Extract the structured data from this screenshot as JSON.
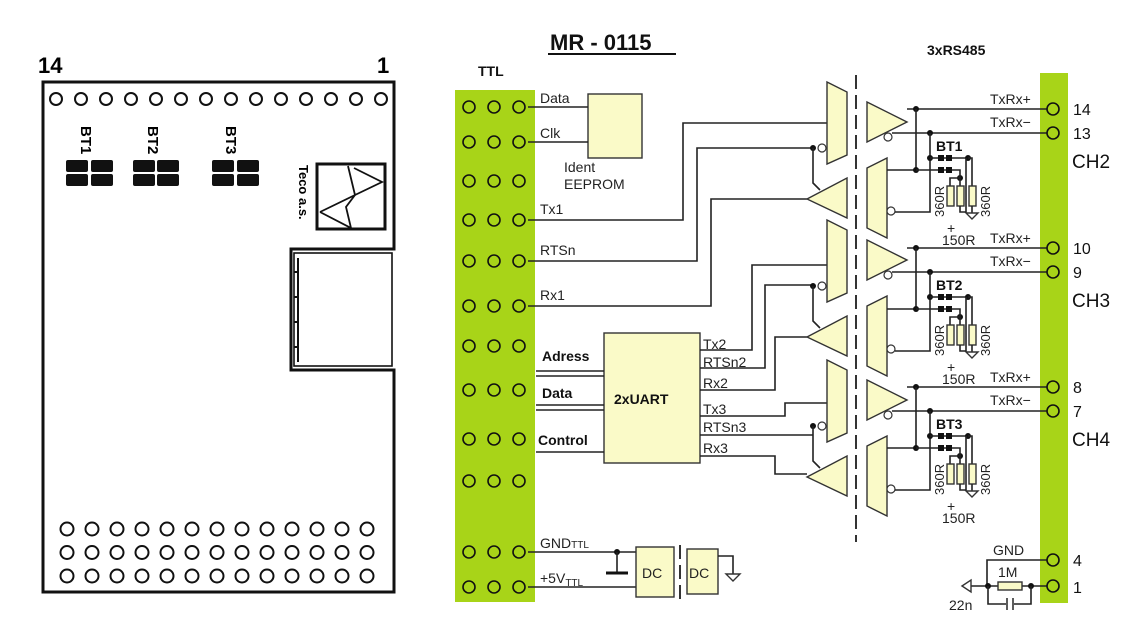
{
  "board": {
    "pin_left_label": "14",
    "pin_right_label": "1",
    "jumpers": [
      "BT1",
      "BT2",
      "BT3"
    ],
    "logo_text": "Teco a.s."
  },
  "schematic": {
    "title": "MR - 0115",
    "ttl_label": "TTL",
    "rs485_label": "3xRS485",
    "colors": {
      "connector": "#a8d418",
      "component": "#fafac8"
    },
    "eeprom": {
      "signals": [
        "Data",
        "Clk"
      ],
      "label_line1": "Ident",
      "label_line2": "EEPROM"
    },
    "ttl_signals": [
      "Tx1",
      "RTSn",
      "Rx1"
    ],
    "uart": {
      "label": "2xUART",
      "inputs": [
        "Adress",
        "Data",
        "Control"
      ],
      "outputs": [
        "Tx2",
        "RTSn2",
        "Rx2",
        "Tx3",
        "RTSn3",
        "Rx3"
      ]
    },
    "power": {
      "gnd_label": "GND",
      "gnd_sub": "TTL",
      "vcc_label": "+5V",
      "vcc_sub": "TTL",
      "dc1": "DC",
      "dc2": "DC"
    },
    "channels": [
      {
        "name": "CH2",
        "plus_label": "TxRx+",
        "minus_label": "TxRx−",
        "plus_pin": "14",
        "minus_pin": "13",
        "jumper": "BT1",
        "r1": "360R",
        "r2": "360R",
        "r_term": "150R",
        "plus_sign": "+"
      },
      {
        "name": "CH3",
        "plus_label": "TxRx+",
        "minus_label": "TxRx−",
        "plus_pin": "10",
        "minus_pin": "9",
        "jumper": "BT2",
        "r1": "360R",
        "r2": "360R",
        "r_term": "150R",
        "plus_sign": "+"
      },
      {
        "name": "CH4",
        "plus_label": "TxRx+",
        "minus_label": "TxRx−",
        "plus_pin": "8",
        "minus_pin": "7",
        "jumper": "BT3",
        "r1": "360R",
        "r2": "360R",
        "r_term": "150R",
        "plus_sign": "+"
      }
    ],
    "ground": {
      "gnd_label": "GND",
      "gnd_pin": "4",
      "shield_pin": "1",
      "resistor": "1M",
      "capacitor": "22n"
    }
  }
}
